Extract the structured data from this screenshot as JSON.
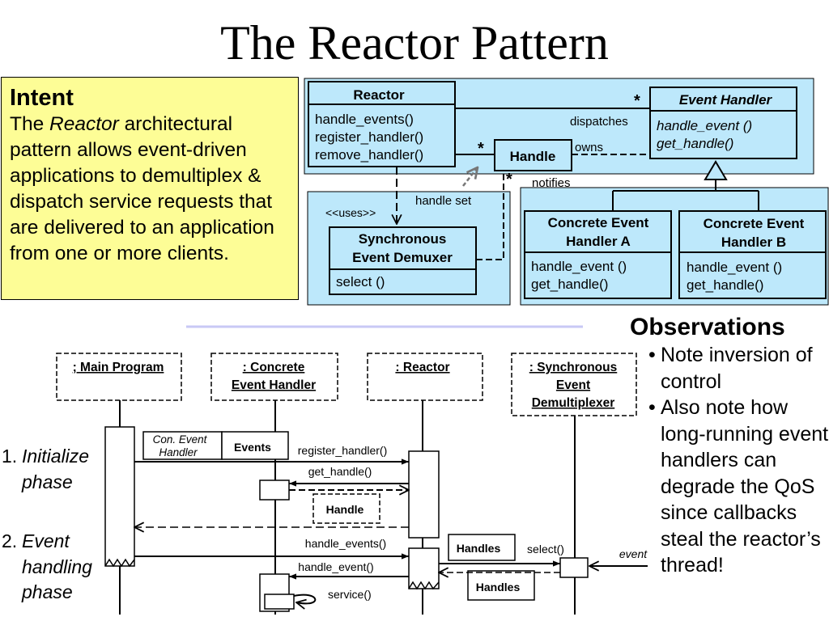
{
  "title": "The Reactor Pattern",
  "intent": {
    "heading": "Intent",
    "text_before": "The ",
    "emphasis": "Reactor",
    "text_after": " architectural pattern allows event-driven applications to demultiplex & dispatch service requests that are delivered to an application from one or more clients."
  },
  "class_diagram": {
    "reactor": {
      "name": "Reactor",
      "methods": [
        "handle_events()",
        "register_handler()",
        "remove_handler()"
      ]
    },
    "event_handler": {
      "name": "Event Handler",
      "methods": [
        "handle_event ()",
        "get_handle()"
      ]
    },
    "handle": {
      "name": "Handle"
    },
    "demuxer": {
      "name_line1": "Synchronous",
      "name_line2": "Event Demuxer",
      "methods": [
        "select ()"
      ]
    },
    "handler_a": {
      "name_line1": "Concrete Event",
      "name_line2": "Handler A",
      "methods": [
        "handle_event ()",
        "get_handle()"
      ]
    },
    "handler_b": {
      "name_line1": "Concrete Event",
      "name_line2": "Handler B",
      "methods": [
        "handle_event ()",
        "get_handle()"
      ]
    },
    "labels": {
      "dispatches": "dispatches",
      "owns": "owns",
      "notifies": "notifies",
      "handle_set": "handle set",
      "uses": "<<uses>>",
      "mult_handler": "*",
      "mult_reactor_handle": "*",
      "mult_notifies": "*"
    }
  },
  "observations": {
    "heading": "Observations",
    "items": [
      "Note inversion of control",
      "Also note how long-running event handlers can degrade the QoS since callbacks steal the reactor’s thread!"
    ]
  },
  "sequence": {
    "objects": {
      "main": "; Main Program",
      "handler_line1": ": Concrete",
      "handler_line2": "Event Handler",
      "reactor": ": Reactor",
      "demux_line1": ": Synchronous",
      "demux_line2": "Event",
      "demux_line3": "Demultiplexer"
    },
    "phases": [
      {
        "num": "1.",
        "label_line1": "Initialize",
        "label_line2": "phase"
      },
      {
        "num": "2.",
        "label_line1": "Event",
        "label_line2": "handling",
        "label_line3": "phase"
      }
    ],
    "boxes": {
      "con_event_line1": "Con. Event",
      "con_event_line2": "Handler",
      "events": "Events",
      "handle": "Handle",
      "handles_1": "Handles",
      "handles_2": "Handles"
    },
    "messages": {
      "register_handler": "register_handler()",
      "get_handle": "get_handle()",
      "handle_events": "handle_events()",
      "handle_event": "handle_event()",
      "service": "service()",
      "select": "select()",
      "event": "event"
    }
  },
  "colors": {
    "diagram_fill": "#bde8fb",
    "intent_fill": "#fdfd96",
    "divider": "#c8c8f5"
  }
}
